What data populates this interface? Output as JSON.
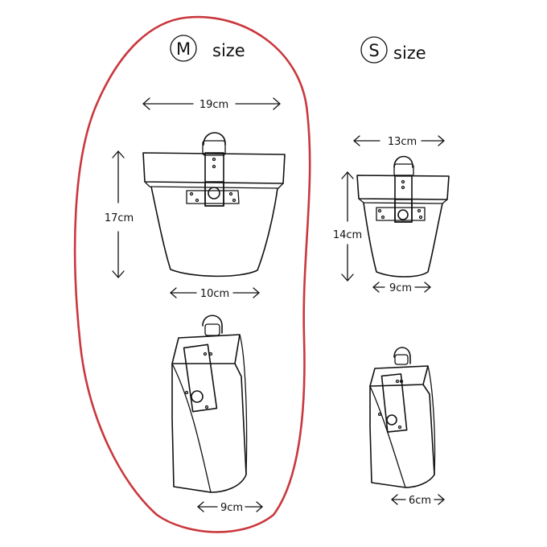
{
  "m_size": {
    "badge_letter": "M",
    "title_suffix": "size",
    "width_label": "19cm",
    "height_label": "17cm",
    "bottom_label": "10cm",
    "depth_label": "9cm",
    "highlight_color": "#c9383d"
  },
  "s_size": {
    "badge_letter": "S",
    "title_suffix": "size",
    "width_label": "13cm",
    "height_label": "14cm",
    "bottom_label": "9cm",
    "depth_label": "6cm"
  }
}
